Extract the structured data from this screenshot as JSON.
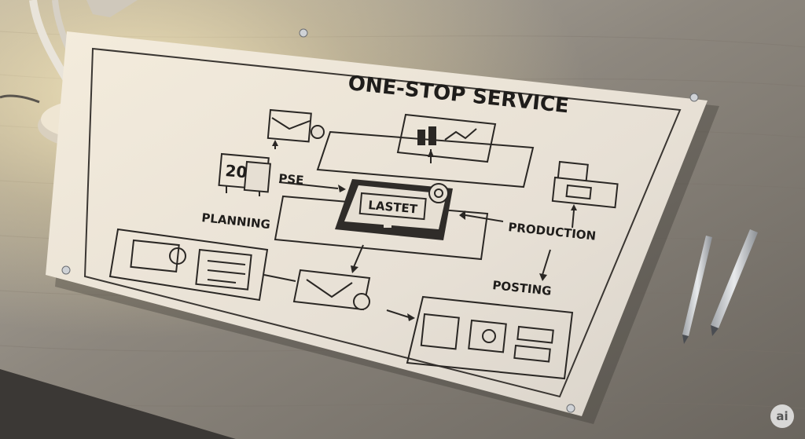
{
  "poster": {
    "title": "ONE-STOP SERVICE",
    "center_screen_text": "LASTET",
    "labels": {
      "pse": "PSE",
      "planning": "PLANNING",
      "production": "PRODUCTION",
      "posting": "POSTING",
      "calendar_number": "20"
    }
  },
  "badge": {
    "text": "ai"
  },
  "colors": {
    "desk": "#8a857d",
    "paper": "#ece5da",
    "ink": "#2a2724",
    "lamp_glow": "#fff3c9"
  }
}
